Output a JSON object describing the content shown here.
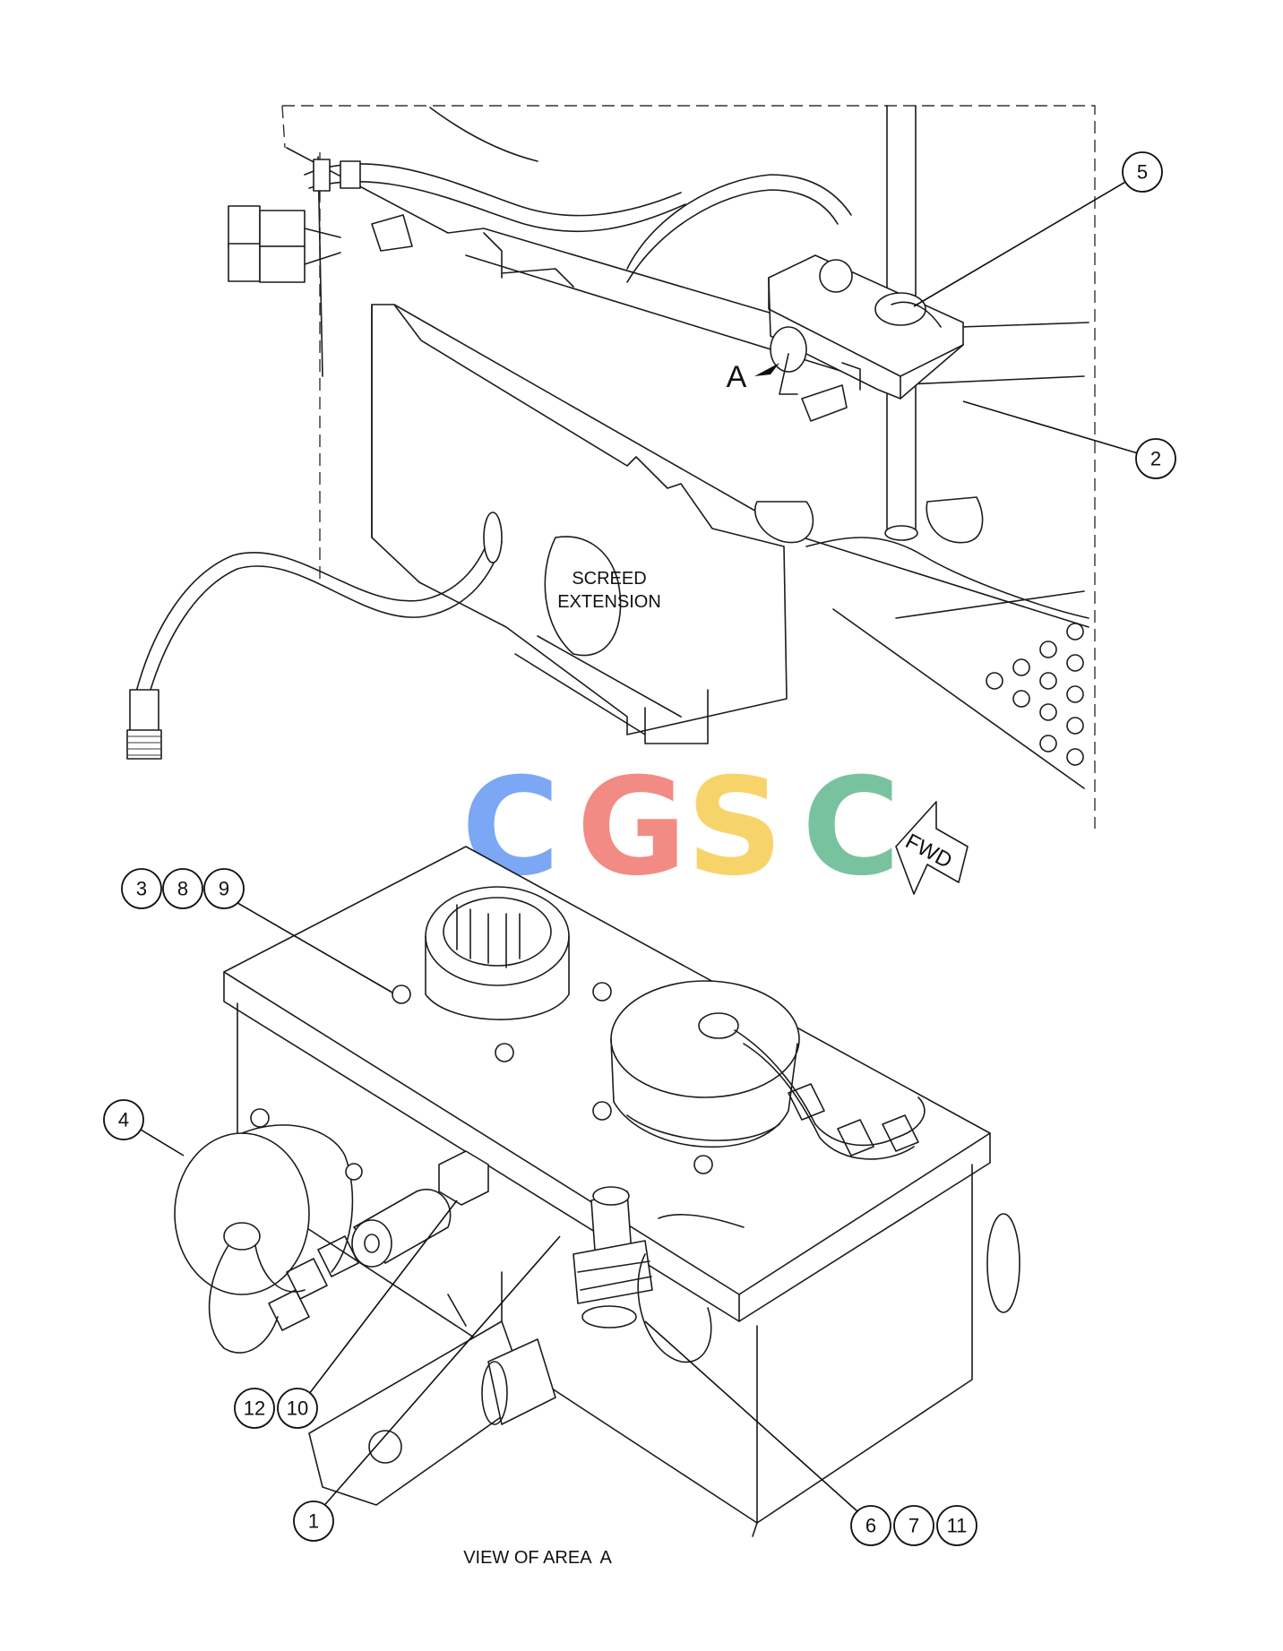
{
  "labels": {
    "screed_line1": "SCREED",
    "screed_line2": "EXTENSION",
    "area_marker": "A",
    "fwd_arrow": "FWD",
    "view_caption": "VIEW OF AREA  A"
  },
  "watermark": {
    "letters": [
      "C",
      "G",
      "S",
      "C"
    ],
    "colors": [
      "#7ba7f4",
      "#f28b84",
      "#f7d46a",
      "#79c2a0"
    ]
  },
  "callouts": {
    "c5": "5",
    "c2": "2",
    "c3": "3",
    "c8": "8",
    "c9": "9",
    "c4": "4",
    "c12": "12",
    "c10": "10",
    "c1": "1",
    "c6": "6",
    "c7": "7",
    "c11": "11"
  }
}
